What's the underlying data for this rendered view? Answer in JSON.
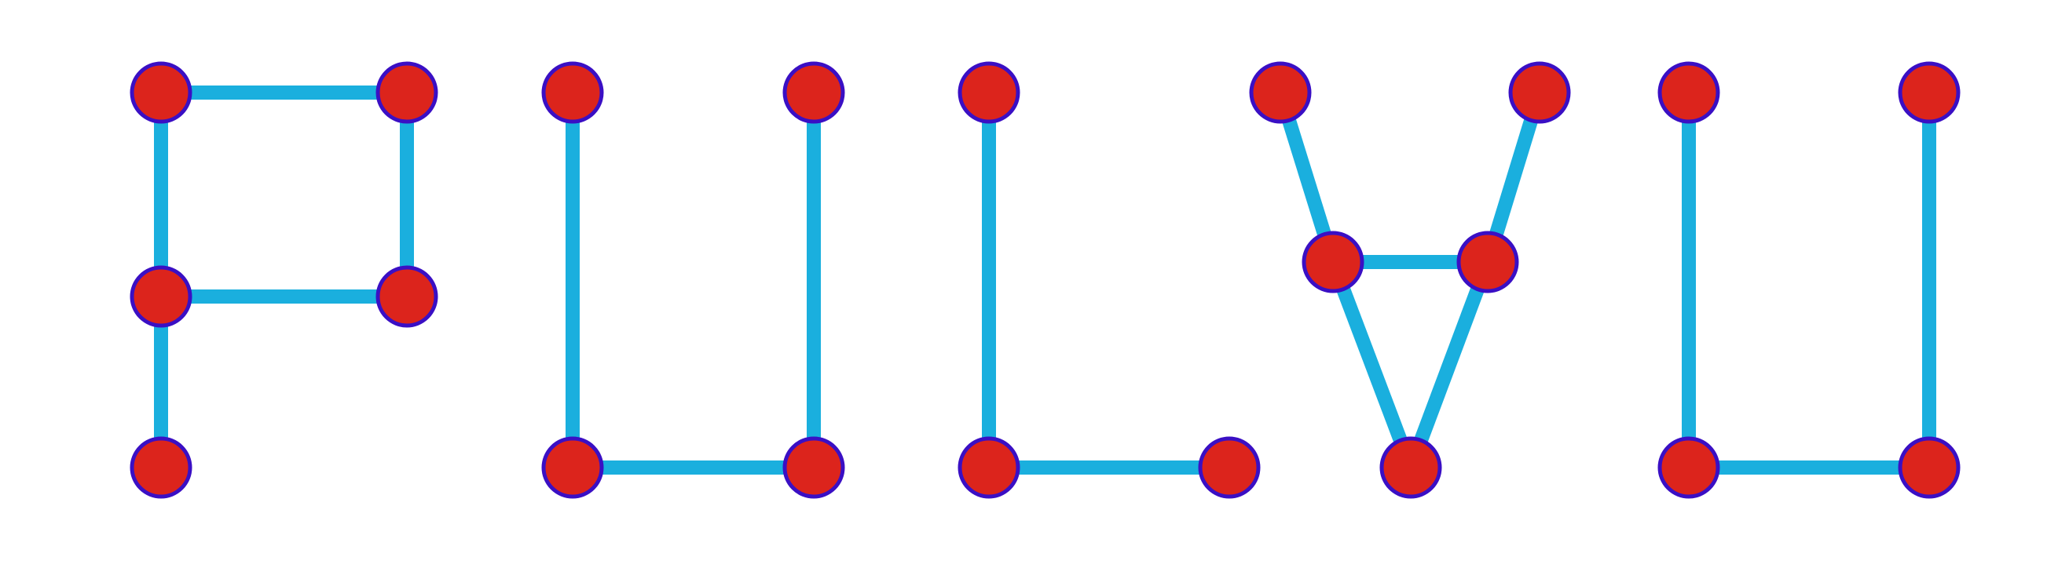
{
  "diagram": {
    "type": "node-link graph",
    "colors": {
      "background": "#ffffff",
      "edge": "#1aafde",
      "node_fill": "#dc241c",
      "node_stroke": "#3a0fc4"
    },
    "glyphs": [
      {
        "name": "glyph-1",
        "nodes": [
          {
            "id": "g1-top-left"
          },
          {
            "id": "g1-top-right"
          },
          {
            "id": "g1-mid-left"
          },
          {
            "id": "g1-mid-right"
          },
          {
            "id": "g1-bottom-left"
          }
        ],
        "edges": [
          [
            "g1-top-left",
            "g1-top-right"
          ],
          [
            "g1-top-left",
            "g1-mid-left"
          ],
          [
            "g1-top-right",
            "g1-mid-right"
          ],
          [
            "g1-mid-left",
            "g1-mid-right"
          ],
          [
            "g1-mid-left",
            "g1-bottom-left"
          ]
        ]
      },
      {
        "name": "glyph-2",
        "nodes": [
          {
            "id": "g2-top-left"
          },
          {
            "id": "g2-top-right"
          },
          {
            "id": "g2-bottom-left"
          },
          {
            "id": "g2-bottom-right"
          }
        ],
        "edges": [
          [
            "g2-top-left",
            "g2-bottom-left"
          ],
          [
            "g2-top-right",
            "g2-bottom-right"
          ],
          [
            "g2-bottom-left",
            "g2-bottom-right"
          ]
        ]
      },
      {
        "name": "glyph-3",
        "nodes": [
          {
            "id": "g3-top-left"
          },
          {
            "id": "g3-bottom-left"
          },
          {
            "id": "g3-bottom-right"
          }
        ],
        "edges": [
          [
            "g3-top-left",
            "g3-bottom-left"
          ],
          [
            "g3-bottom-left",
            "g3-bottom-right"
          ]
        ]
      },
      {
        "name": "glyph-4",
        "nodes": [
          {
            "id": "g4-top-left"
          },
          {
            "id": "g4-top-right"
          },
          {
            "id": "g4-mid-left"
          },
          {
            "id": "g4-mid-right"
          },
          {
            "id": "g4-bottom"
          }
        ],
        "edges": [
          [
            "g4-top-left",
            "g4-mid-left"
          ],
          [
            "g4-top-right",
            "g4-mid-right"
          ],
          [
            "g4-mid-left",
            "g4-mid-right"
          ],
          [
            "g4-mid-left",
            "g4-bottom"
          ],
          [
            "g4-mid-right",
            "g4-bottom"
          ]
        ]
      },
      {
        "name": "glyph-5",
        "nodes": [
          {
            "id": "g5-top-left"
          },
          {
            "id": "g5-top-right"
          },
          {
            "id": "g5-bottom-left"
          },
          {
            "id": "g5-bottom-right"
          }
        ],
        "edges": [
          [
            "g5-top-left",
            "g5-bottom-left"
          ],
          [
            "g5-top-right",
            "g5-bottom-right"
          ],
          [
            "g5-bottom-left",
            "g5-bottom-right"
          ]
        ]
      }
    ]
  }
}
